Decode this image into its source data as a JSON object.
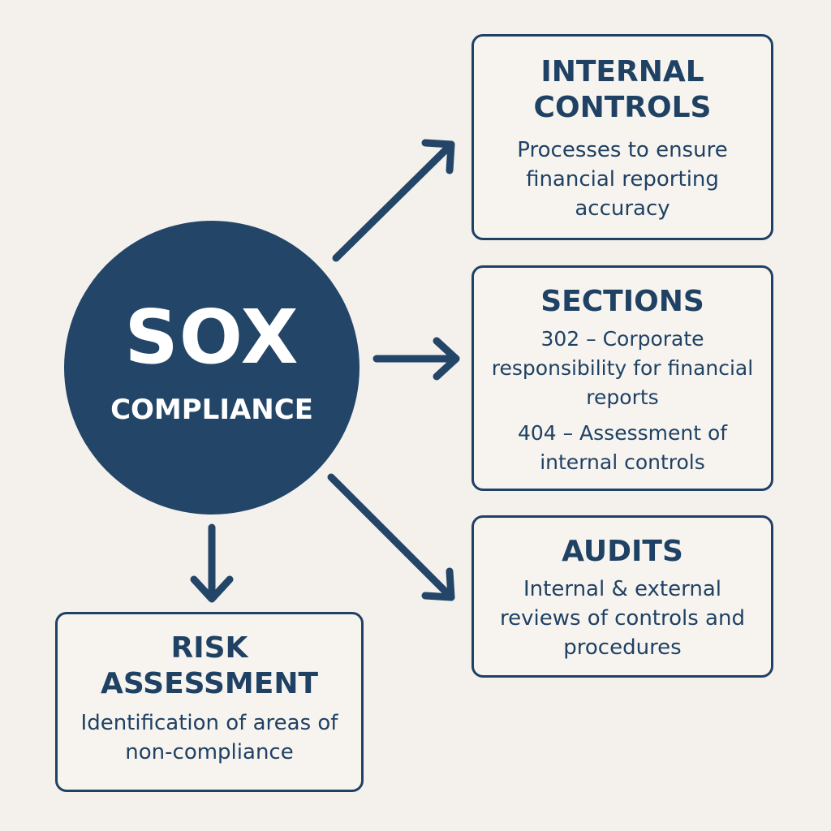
{
  "hub": {
    "title": "SOX",
    "subtitle": "COMPLIANCE"
  },
  "nodes": {
    "internal_controls": {
      "title_line1": "INTERNAL",
      "title_line2": "CONTROLS",
      "description": "Processes to ensure financial reporting accuracy"
    },
    "sections": {
      "title": "SECTIONS",
      "item_302": "302 – Corporate responsibility for financial reports",
      "item_404": "404 – Assessment of internal controls"
    },
    "audits": {
      "title": "AUDITS",
      "description": "Internal & external reviews of controls and procedures"
    },
    "risk_assessment": {
      "title_line1": "RISK",
      "title_line2": "ASSESSMENT",
      "description": "Identification of areas of non-compliance"
    }
  },
  "colors": {
    "primary": "#234567",
    "text": "#1f4163",
    "background": "#f4f1ed"
  }
}
